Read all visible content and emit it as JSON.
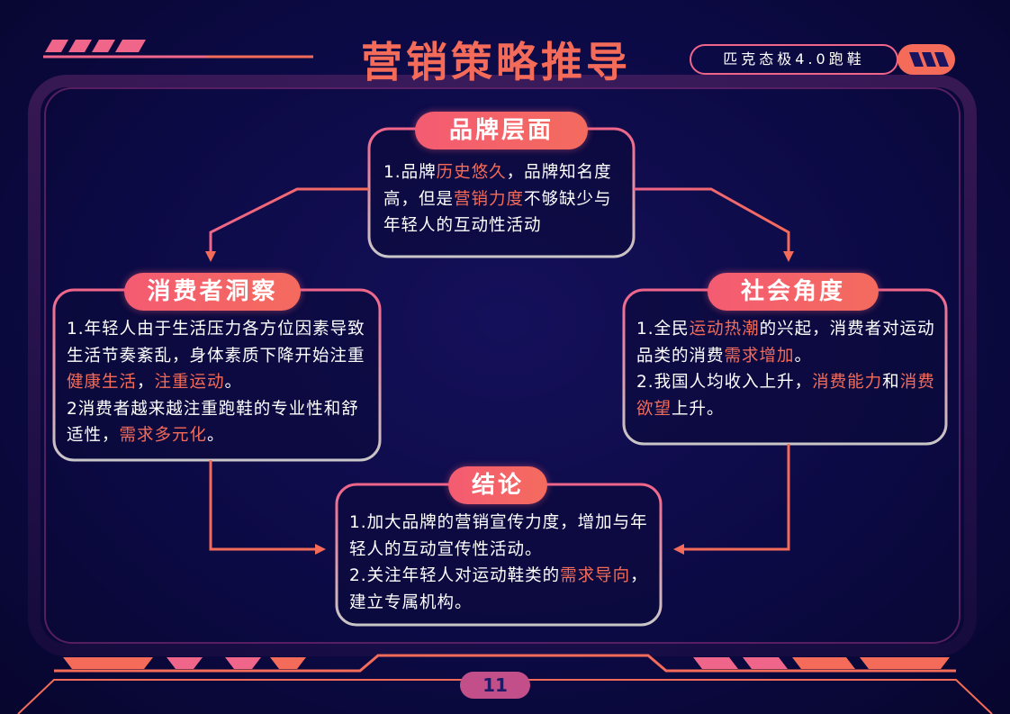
{
  "page": {
    "title": "营销策略推导",
    "product": "匹克态极4.0跑鞋",
    "page_number": "11"
  },
  "colors": {
    "background": "#0c0a45",
    "accent": "#f46b59",
    "pink": "#f0658a",
    "highlight": "#f46b59"
  },
  "cards": {
    "brand": {
      "title": "品牌层面",
      "text": [
        {
          "t": "1.品牌",
          "h": false
        },
        {
          "t": "历史悠久",
          "h": true
        },
        {
          "t": "，品牌知名度高，但是",
          "h": false
        },
        {
          "t": "营销力度",
          "h": true
        },
        {
          "t": "不够缺少与年轻人的互动性活动",
          "h": false
        }
      ]
    },
    "consumer": {
      "title": "消费者洞察",
      "text": [
        {
          "t": "1.年轻人由于生活压力各方位因素导致生活节奏紊乱，身体素质下降开始注重",
          "h": false
        },
        {
          "t": "健康生活",
          "h": true
        },
        {
          "t": "，",
          "h": false
        },
        {
          "t": "注重运动",
          "h": true
        },
        {
          "t": "。",
          "h": false
        },
        {
          "t": "\n2消费者越来越注重跑鞋的专业性和舒适性，",
          "h": false
        },
        {
          "t": "需求多元化",
          "h": true
        },
        {
          "t": "。",
          "h": false
        }
      ]
    },
    "society": {
      "title": "社会角度",
      "text": [
        {
          "t": "1.全民",
          "h": false
        },
        {
          "t": "运动热潮",
          "h": true
        },
        {
          "t": "的兴起，消费者对运动品类的消费",
          "h": false
        },
        {
          "t": "需求增加",
          "h": true
        },
        {
          "t": "。",
          "h": false
        },
        {
          "t": "\n2.我国人均收入上升，",
          "h": false
        },
        {
          "t": "消费能力",
          "h": true
        },
        {
          "t": "和",
          "h": false
        },
        {
          "t": "消费欲望",
          "h": true
        },
        {
          "t": "上升。",
          "h": false
        }
      ]
    },
    "conclusion": {
      "title": "结论",
      "text": [
        {
          "t": "1.加大品牌的营销宣传力度，增加与年轻人的互动宣传性活动。",
          "h": false
        },
        {
          "t": "\n2.关注年轻人对运动鞋类的",
          "h": false
        },
        {
          "t": "需求导向",
          "h": true
        },
        {
          "t": "，建立专属机构。",
          "h": false
        }
      ]
    }
  }
}
